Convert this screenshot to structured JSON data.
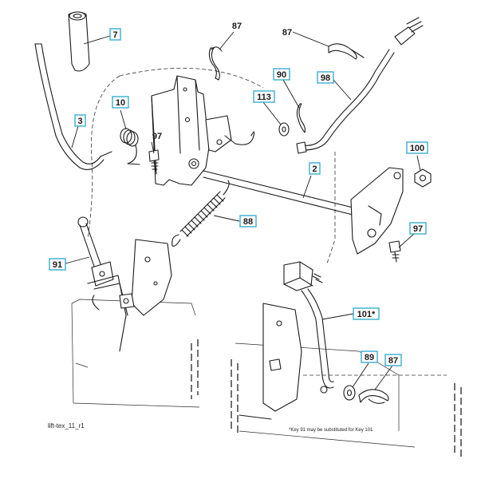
{
  "figure_id": "lift-tex_11_r1",
  "footnote": "*Key 91 may be substituted for Key 101",
  "callouts": {
    "k7": "7",
    "k87a": "87",
    "k87b": "87",
    "k87c": "87",
    "k90": "90",
    "k98": "98",
    "k10": "10",
    "k3": "3",
    "k113": "113",
    "k97a": "97",
    "k97b": "97",
    "k2": "2",
    "k100": "100",
    "k88": "88",
    "k91": "91",
    "k101": "101*",
    "k89": "89"
  },
  "colors": {
    "callout_border": "#2aa7c9",
    "line": "#1a1a1a",
    "background": "#ffffff"
  }
}
